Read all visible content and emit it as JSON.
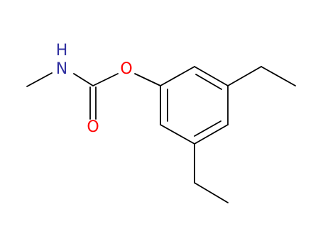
{
  "molecule": {
    "atoms": {
      "nitrogen": "N",
      "nitrogen_hydrogen": "H",
      "ester_oxygen": "O",
      "carbonyl_oxygen": "O"
    },
    "colors": {
      "bond": "#000000",
      "nitrogen": "#3030a0",
      "oxygen": "#ff0000",
      "background": "#ffffff"
    }
  }
}
